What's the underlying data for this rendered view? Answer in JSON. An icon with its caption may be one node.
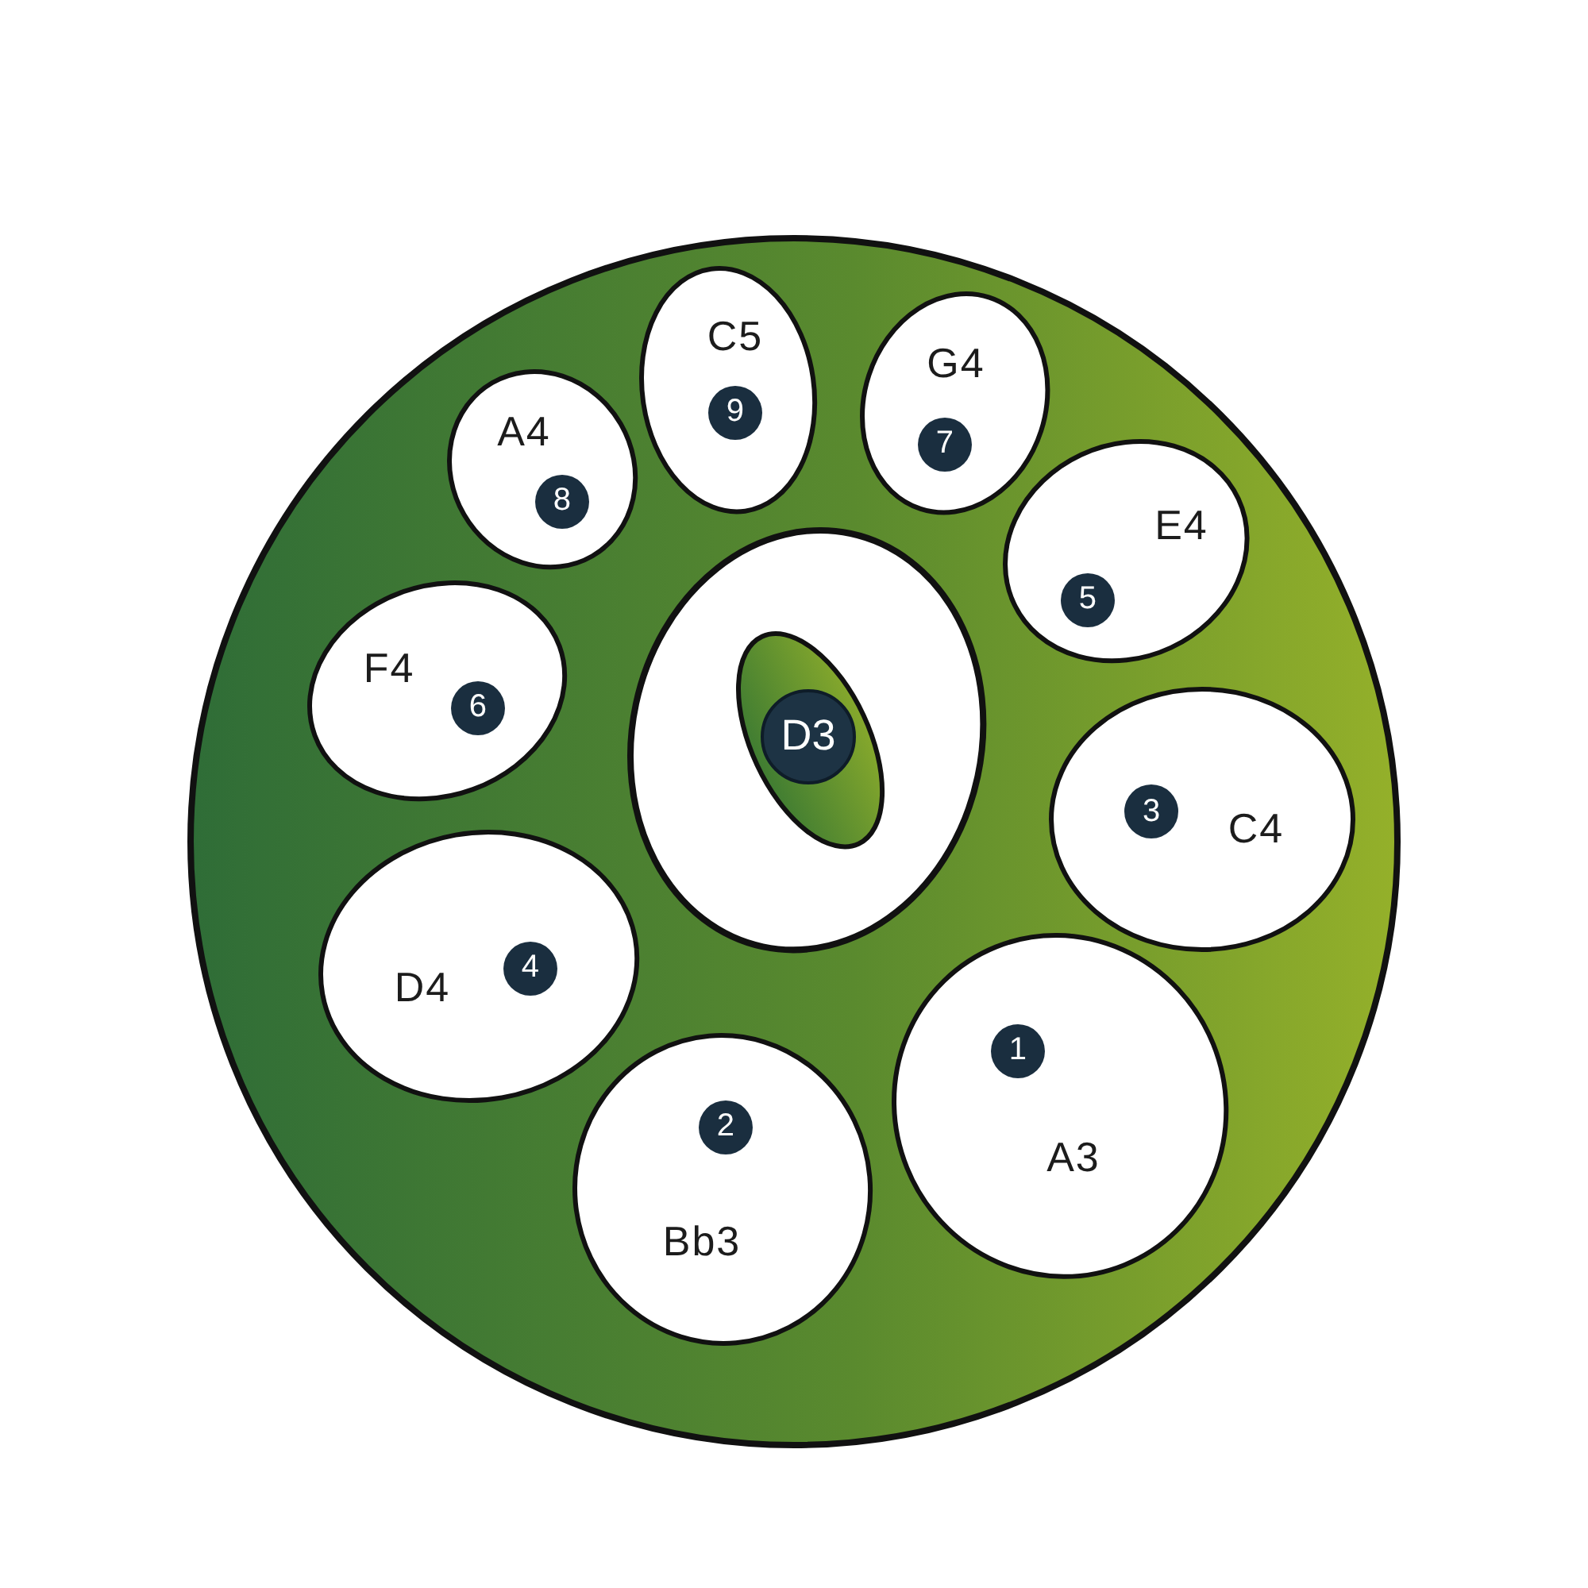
{
  "diagram": {
    "nodes": [
      {
        "text": [],
        "shape": "circle"
      },
      {
        "text": [
          "C5"
        ],
        "in": 0
      },
      {
        "text": [
          "9"
        ],
        "in": 1
      },
      {
        "text": [
          "G4"
        ],
        "in": 0
      },
      {
        "text": [
          "7"
        ],
        "in": 3
      },
      {
        "text": [
          "A4"
        ],
        "in": 0
      },
      {
        "text": [
          "8"
        ],
        "in": 5
      },
      {
        "text": [
          "E4"
        ],
        "in": 0
      },
      {
        "text": [
          "5"
        ],
        "in": 7
      },
      {
        "text": [
          "F4"
        ],
        "in": 0
      },
      {
        "text": [
          "6"
        ],
        "in": 9
      },
      {
        "text": [],
        "shape": "ring",
        "in": 0
      },
      {
        "text": [],
        "shape": "ellipse",
        "in": 11
      },
      {
        "text": [
          "D3"
        ],
        "in": 12
      },
      {
        "text": [
          "C4"
        ],
        "in": 0
      },
      {
        "text": [
          "3"
        ],
        "in": 14
      },
      {
        "text": [
          "D4"
        ],
        "in": 0
      },
      {
        "text": [
          "4"
        ],
        "in": 16
      },
      {
        "text": [
          "A3"
        ],
        "in": 0
      },
      {
        "text": [
          "1"
        ],
        "in": 18
      },
      {
        "text": [
          "Bb3"
        ],
        "in": 0
      },
      {
        "text": [
          "2"
        ],
        "in": 20
      }
    ]
  }
}
